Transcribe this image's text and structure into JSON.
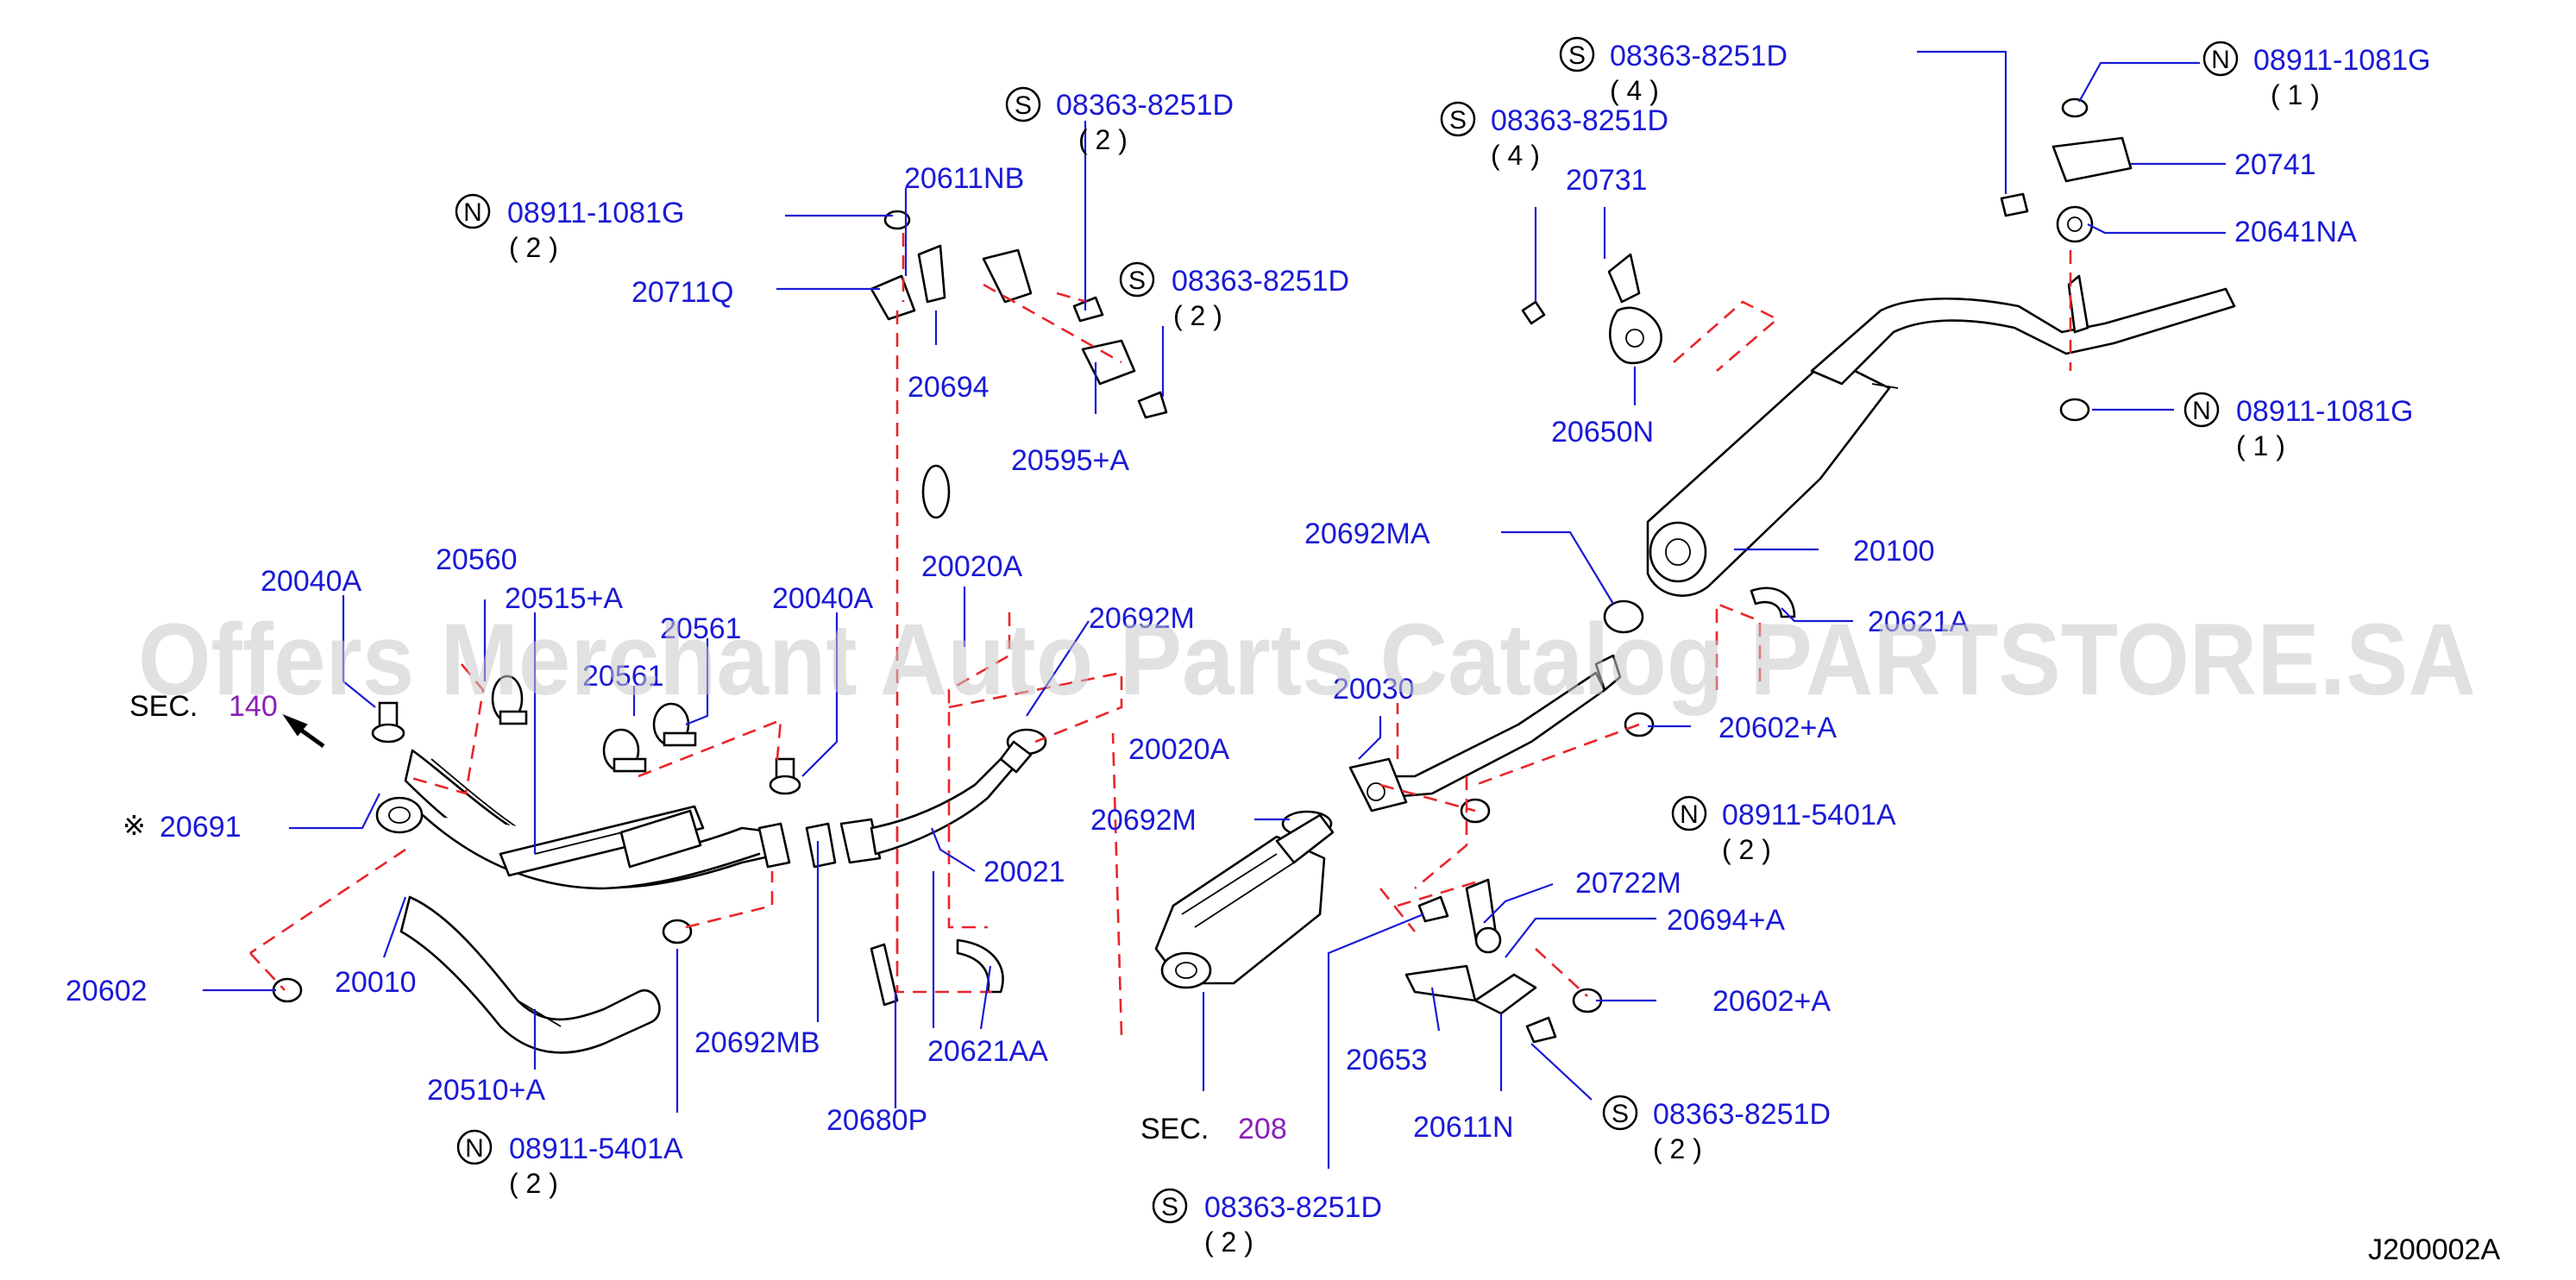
{
  "diagram": {
    "watermark": "Offers Merchant Auto Parts Catalog PARTSTORE.SA",
    "code": "J200002A",
    "sections": [
      {
        "label": "SEC.",
        "number": "140"
      },
      {
        "label": "SEC.",
        "number": "208"
      }
    ],
    "callouts": [
      {
        "id": "c01",
        "prefix": "S",
        "part": "08363-8251D",
        "qty": "( 2 )"
      },
      {
        "id": "c02",
        "prefix": "N",
        "part": "08911-1081G",
        "qty": "( 2 )"
      },
      {
        "id": "c03",
        "prefix": "S",
        "part": "08363-8251D",
        "qty": "( 2 )"
      },
      {
        "id": "c04",
        "prefix": "S",
        "part": "08363-8251D",
        "qty": "( 4 )"
      },
      {
        "id": "c05",
        "prefix": "S",
        "part": "08363-8251D",
        "qty": "( 4 )"
      },
      {
        "id": "c06",
        "prefix": "N",
        "part": "08911-1081G",
        "qty": "( 1 )"
      },
      {
        "id": "c07",
        "prefix": "N",
        "part": "08911-1081G",
        "qty": "( 1 )"
      },
      {
        "id": "c08",
        "prefix": "N",
        "part": "08911-5401A",
        "qty": "( 2 )"
      },
      {
        "id": "c09",
        "prefix": "N",
        "part": "08911-5401A",
        "qty": "( 2 )"
      },
      {
        "id": "c10",
        "prefix": "S",
        "part": "08363-8251D",
        "qty": "( 2 )"
      },
      {
        "id": "c11",
        "prefix": "S",
        "part": "08363-8251D",
        "qty": "( 2 )"
      }
    ],
    "labels": [
      {
        "id": "l01",
        "text": "20611NB"
      },
      {
        "id": "l02",
        "text": "20711Q"
      },
      {
        "id": "l03",
        "text": "20694"
      },
      {
        "id": "l04",
        "text": "20595+A"
      },
      {
        "id": "l05",
        "text": "20731"
      },
      {
        "id": "l06",
        "text": "20650N"
      },
      {
        "id": "l07",
        "text": "20741"
      },
      {
        "id": "l08",
        "text": "20641NA"
      },
      {
        "id": "l09",
        "text": "20692MA"
      },
      {
        "id": "l10",
        "text": "20100"
      },
      {
        "id": "l11",
        "text": "20621A"
      },
      {
        "id": "l12",
        "text": "20040A"
      },
      {
        "id": "l13",
        "text": "20560"
      },
      {
        "id": "l14",
        "text": "20515+A"
      },
      {
        "id": "l15",
        "text": "20561"
      },
      {
        "id": "l16",
        "text": "20561"
      },
      {
        "id": "l17",
        "text": "20040A"
      },
      {
        "id": "l18",
        "text": "20020A"
      },
      {
        "id": "l19",
        "text": "20692M"
      },
      {
        "id": "l20",
        "text": "20030"
      },
      {
        "id": "l21",
        "text": "20602+A"
      },
      {
        "id": "l22",
        "text": "20020A"
      },
      {
        "id": "l23",
        "text": "20692M"
      },
      {
        "id": "l24",
        "text": "20691"
      },
      {
        "id": "l25",
        "text": "20021"
      },
      {
        "id": "l26",
        "text": "20722M"
      },
      {
        "id": "l27",
        "text": "20694+A"
      },
      {
        "id": "l28",
        "text": "20602"
      },
      {
        "id": "l29",
        "text": "20010"
      },
      {
        "id": "l30",
        "text": "20602+A"
      },
      {
        "id": "l31",
        "text": "20692MB"
      },
      {
        "id": "l32",
        "text": "20621AA"
      },
      {
        "id": "l33",
        "text": "20653"
      },
      {
        "id": "l34",
        "text": "20510+A"
      },
      {
        "id": "l35",
        "text": "20611N"
      },
      {
        "id": "l36",
        "text": "20680P"
      }
    ],
    "note_mark": "※"
  }
}
